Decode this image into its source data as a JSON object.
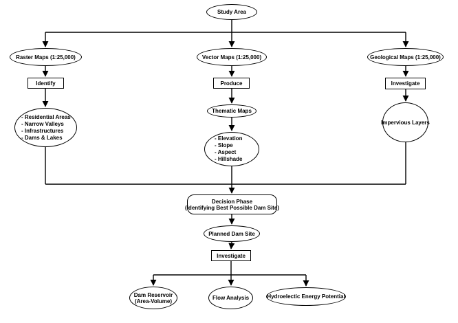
{
  "diagram": {
    "nodes": {
      "study_area": {
        "label": "Study Area"
      },
      "raster_maps": {
        "label": "Raster Maps (1:25,000)"
      },
      "vector_maps": {
        "label": "Vector Maps (1:25,000)"
      },
      "geological_maps": {
        "label": "Geological Maps (1:25,000)"
      },
      "identify": {
        "label": "Identify"
      },
      "produce": {
        "label": "Produce"
      },
      "investigate_geology": {
        "label": "Investigate"
      },
      "raster_outputs": {
        "lines": [
          "- Residential Areas",
          "- Narrow Valleys",
          "- Infrastructures",
          "- Dams & Lakes"
        ]
      },
      "thematic_maps": {
        "label": "Thematic Maps"
      },
      "thematic_outputs": {
        "lines": [
          "- Elevation",
          "- Slope",
          "- Aspect",
          "- Hillshade"
        ]
      },
      "impervious_layers": {
        "label": "Impervious Layers"
      },
      "decision_phase": {
        "lines": [
          "Decision Phase",
          "(Identifying Best Possible Dam Site)"
        ]
      },
      "planned_dam_site": {
        "label": "Planned Dam Site"
      },
      "investigate_site": {
        "label": "Investigate"
      },
      "dam_reservoir": {
        "lines": [
          "Dam Reservoir",
          "(Area-Volume)"
        ]
      },
      "flow_analysis": {
        "label": "Flow Analysis"
      },
      "hydroelectric_potential": {
        "label": "Hydroelectic Energy Potential"
      }
    },
    "colors": {
      "stroke": "#000000",
      "background": "#ffffff",
      "text": "#000000"
    }
  }
}
